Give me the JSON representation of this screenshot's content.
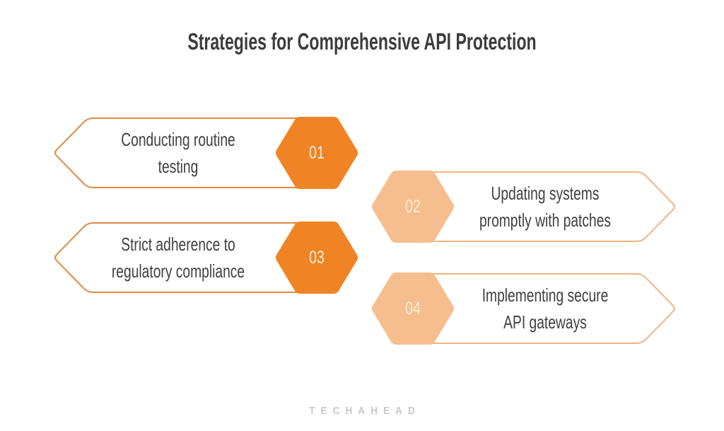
{
  "title": "Strategies for Comprehensive API Protection",
  "items": [
    {
      "number": "01",
      "line1": "Conducting routine",
      "line2": "testing"
    },
    {
      "number": "02",
      "line1": "Updating systems",
      "line2": "promptly with patches"
    },
    {
      "number": "03",
      "line1": "Strict adherence to",
      "line2": "regulatory compliance"
    },
    {
      "number": "04",
      "line1": "Implementing secure",
      "line2": "API gateways"
    }
  ],
  "footer": {
    "brand": "TECHAHEAD"
  },
  "colors": {
    "orange-dark": "#F08424",
    "orange-light": "#F6BE8E",
    "outline-dark": "#E08A42",
    "outline-light": "#F0B483",
    "number-text": "#F8ECD8",
    "title-text": "#3C3C3C",
    "body-text": "#404040",
    "brand-text": "#C8C8C8"
  }
}
